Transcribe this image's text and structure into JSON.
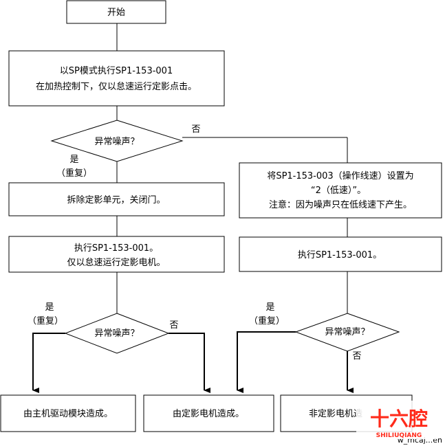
{
  "flowchart": {
    "start": "开始",
    "step_sp_mode": [
      "以SP模式执行SP1-153-001",
      "在加热控制下，仅以怠速运行定影点击。"
    ],
    "decision_1": "异常噪声？",
    "decision_1_no": "否",
    "decision_1_yes": [
      "是",
      "（重复）"
    ],
    "step_remove_fuser": "拆除定影单元，关闭门。",
    "step_run_fuser_motor": [
      "执行SP1-153-001。",
      "仅以怠速运行定影电机。"
    ],
    "step_set_speed": [
      "将SP1-153-003（操作线速）设置为",
      "“2（低速）”。",
      "注意：因为噪声只在低线速下产生。"
    ],
    "step_run_sp": "执行SP1-153-001。",
    "decision_2": "异常噪声？",
    "decision_2_yes": [
      "是",
      "（重复）"
    ],
    "decision_2_no": "否",
    "decision_3": "异常噪声？",
    "decision_3_yes": [
      "是",
      "（重复）"
    ],
    "decision_3_no": "否",
    "result_main_drive": "由主机驱动模块造成。",
    "result_fuser_motor": "由定影电机造成。",
    "result_not_fuser_motor": "非定影电机造",
    "figure_id": "w_mcaj...en"
  },
  "watermark": {
    "main": "十六腔",
    "sub": "SHILIUQIANG"
  }
}
